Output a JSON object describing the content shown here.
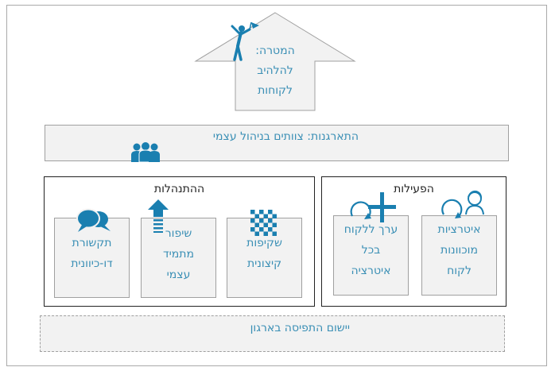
{
  "goal": {
    "label": "המטרה:",
    "line1": "להלהיב",
    "line2": "לקוחות"
  },
  "organization": {
    "text": "התארגנות: צוותים  בניהול עצמי"
  },
  "conduct": {
    "title": "ההתנהלות",
    "cards": [
      {
        "line1": "שקיפות",
        "line2": "קיצונית",
        "icon": "checkerboard-icon"
      },
      {
        "line1": "שיפור",
        "line2": "מתמיד",
        "line3": "עצמי",
        "icon": "up-arrow-icon"
      },
      {
        "line1": "תקשורת",
        "line2": "דו-כיוונית",
        "icon": "speech-bubbles-icon"
      }
    ]
  },
  "operation": {
    "title": "הפעילות",
    "cards": [
      {
        "line1": "איטרציות",
        "line2": "מוכוונות",
        "line3": "לקוח",
        "icon": "customer-cycle-icon"
      },
      {
        "line1": "ערך ללקוח",
        "line2": "בכל",
        "line3": "איטרציה",
        "icon": "plus-cycle-icon"
      }
    ]
  },
  "implementation": {
    "text": "יישום התפיסה בארגון"
  },
  "colors": {
    "accent": "#3a8fb5",
    "icon": "#1a7fb0",
    "box_fill": "#f2f2f2",
    "box_border": "#a0a0a0"
  }
}
